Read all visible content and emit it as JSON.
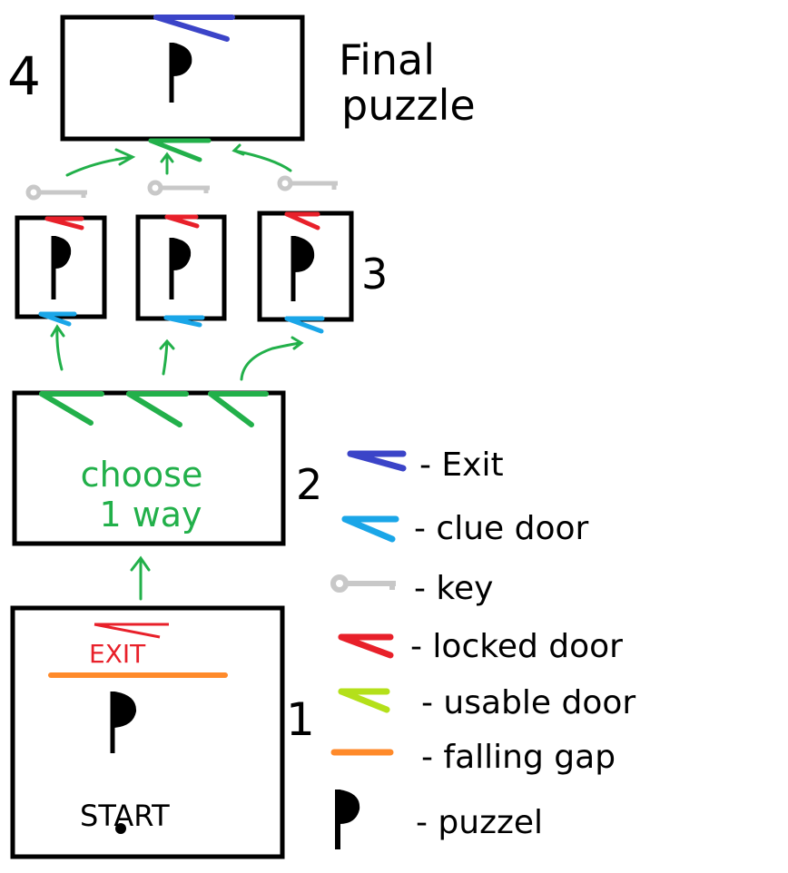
{
  "rooms": {
    "room1": {
      "number": "1",
      "exit_label": "EXIT",
      "start_label": "START"
    },
    "room2": {
      "number": "2",
      "line1": "choose",
      "line2": "1 way"
    },
    "room3": {
      "number": "3"
    },
    "room4": {
      "number": "4"
    }
  },
  "final_label": {
    "line1": "Final",
    "line2": "puzzle"
  },
  "legend": [
    {
      "icon": "exit-door-icon",
      "label": "- Exit",
      "color": "#3b44c8"
    },
    {
      "icon": "clue-door-icon",
      "label": "- clue  door",
      "color": "#1aa6e8"
    },
    {
      "icon": "key-icon",
      "label": "- key",
      "color": "#c8c8c8"
    },
    {
      "icon": "locked-door-icon",
      "label": "- locked  door",
      "color": "#e8202a"
    },
    {
      "icon": "usable-door-icon",
      "label": "- usable door",
      "color": "#b4e01a"
    },
    {
      "icon": "falling-gap-icon",
      "label": "- falling gap",
      "color": "#ff8a2a"
    },
    {
      "icon": "puzzle-flag-icon",
      "label": "- puzzel",
      "color": "#000000"
    }
  ],
  "colors": {
    "ink": "#000000",
    "arrow": "#22b04a",
    "green_door": "#22b04a",
    "red": "#e8202a",
    "blue": "#1aa6e8",
    "exit": "#3b44c8",
    "key": "#c8c8c8",
    "orange": "#ff8a2a",
    "lime": "#b4e01a"
  }
}
